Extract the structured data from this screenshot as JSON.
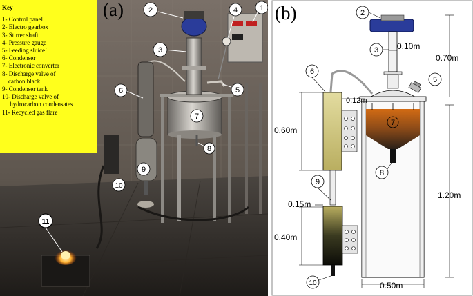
{
  "panel_a": {
    "letter": "(a)",
    "key_title": "Key",
    "key_items": [
      "1- Control panel",
      "2- Electro gearbox",
      "3- Stirrer shaft",
      "4- Pressure gauge",
      "5- Feeding sluice`",
      "6- Condenser",
      "7- Electronic converter",
      "8- Discharge valve of",
      "    carbon black",
      "9- Condenser tank",
      "10- Discharge valve of",
      "     hydrocarbon condensates",
      "11- Recycled gas flare"
    ],
    "callouts": [
      "1",
      "2",
      "3",
      "4",
      "5",
      "6",
      "7",
      "8",
      "9",
      "10",
      "11"
    ]
  },
  "panel_b": {
    "letter": "(b)",
    "callouts": [
      "2",
      "3",
      "5",
      "6",
      "7",
      "8",
      "9",
      "10"
    ],
    "dims": {
      "shaft_w": "0.10m",
      "height_top": "0.70m",
      "pipe_w": "0.12m",
      "condenser_h": "0.60m",
      "reactor_h": "1.20m",
      "gap_h": "0.15m",
      "tank_h": "0.40m",
      "reactor_w": "0.50m"
    }
  },
  "colors": {
    "key_bg": "#ffff1c",
    "gearbox": "#2a3c9a",
    "condenser": "#c9c07a",
    "reactor_hot": "#d26b14"
  }
}
